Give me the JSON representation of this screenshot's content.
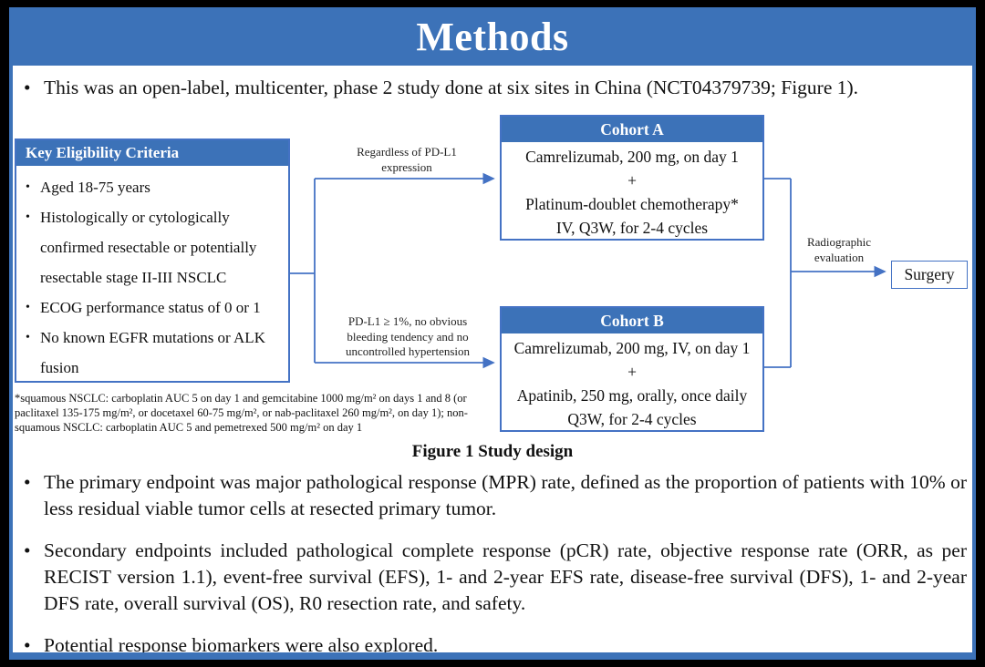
{
  "slide": {
    "title": "Methods",
    "colors": {
      "blue_fill": "#3c72b8",
      "blue_border": "#4472c4",
      "text": "#111111",
      "background": "#ffffff",
      "frame": "#000000"
    }
  },
  "intro": {
    "text": "This was an open-label, multicenter, phase 2 study done at six sites in China (NCT04379739; Figure 1)."
  },
  "diagram": {
    "eligibility": {
      "header": "Key Eligibility Criteria",
      "items": [
        "Aged 18-75 years",
        "Histologically or cytologically confirmed resectable or potentially resectable stage II-III NSCLC",
        "ECOG performance status of 0 or 1",
        "No known EGFR mutations or ALK fusion"
      ]
    },
    "branch_top_label": {
      "lines": [
        "Regardless of PD-L1",
        "expression"
      ]
    },
    "branch_bottom_label": {
      "lines": [
        "PD-L1 ≥ 1%, no obvious",
        "bleeding tendency and no",
        "uncontrolled hypertension"
      ]
    },
    "cohort_a": {
      "header": "Cohort A",
      "lines": [
        "Camrelizumab, 200 mg, on day 1",
        "+",
        "Platinum-doublet chemotherapy*",
        "IV, Q3W, for 2-4 cycles"
      ]
    },
    "cohort_b": {
      "header": "Cohort B",
      "lines": [
        "Camrelizumab, 200 mg, IV, on day 1",
        "+",
        "Apatinib, 250 mg, orally, once daily",
        "Q3W, for 2-4 cycles"
      ]
    },
    "evaluation_label": {
      "lines": [
        "Radiographic",
        "evaluation"
      ]
    },
    "surgery_label": "Surgery",
    "footnote": "*squamous NSCLC: carboplatin AUC 5 on day 1 and gemcitabine 1000 mg/m² on days 1 and 8 (or paclitaxel 135-175 mg/m², or docetaxel 60-75 mg/m², or nab-paclitaxel 260 mg/m², on day 1); non-squamous NSCLC: carboplatin AUC 5 and pemetrexed 500 mg/m² on day 1",
    "caption": "Figure 1 Study design"
  },
  "bullets": [
    "The primary endpoint was major pathological response (MPR) rate, defined as the proportion of patients with 10% or less residual viable tumor cells at resected primary tumor.",
    "Secondary endpoints included pathological complete response (pCR) rate, objective response rate (ORR, as per RECIST version 1.1), event-free survival (EFS), 1- and 2-year EFS rate, disease-free survival (DFS), 1- and 2-year DFS rate, overall survival (OS), R0 resection rate, and safety.",
    "Potential response biomarkers were also explored."
  ]
}
